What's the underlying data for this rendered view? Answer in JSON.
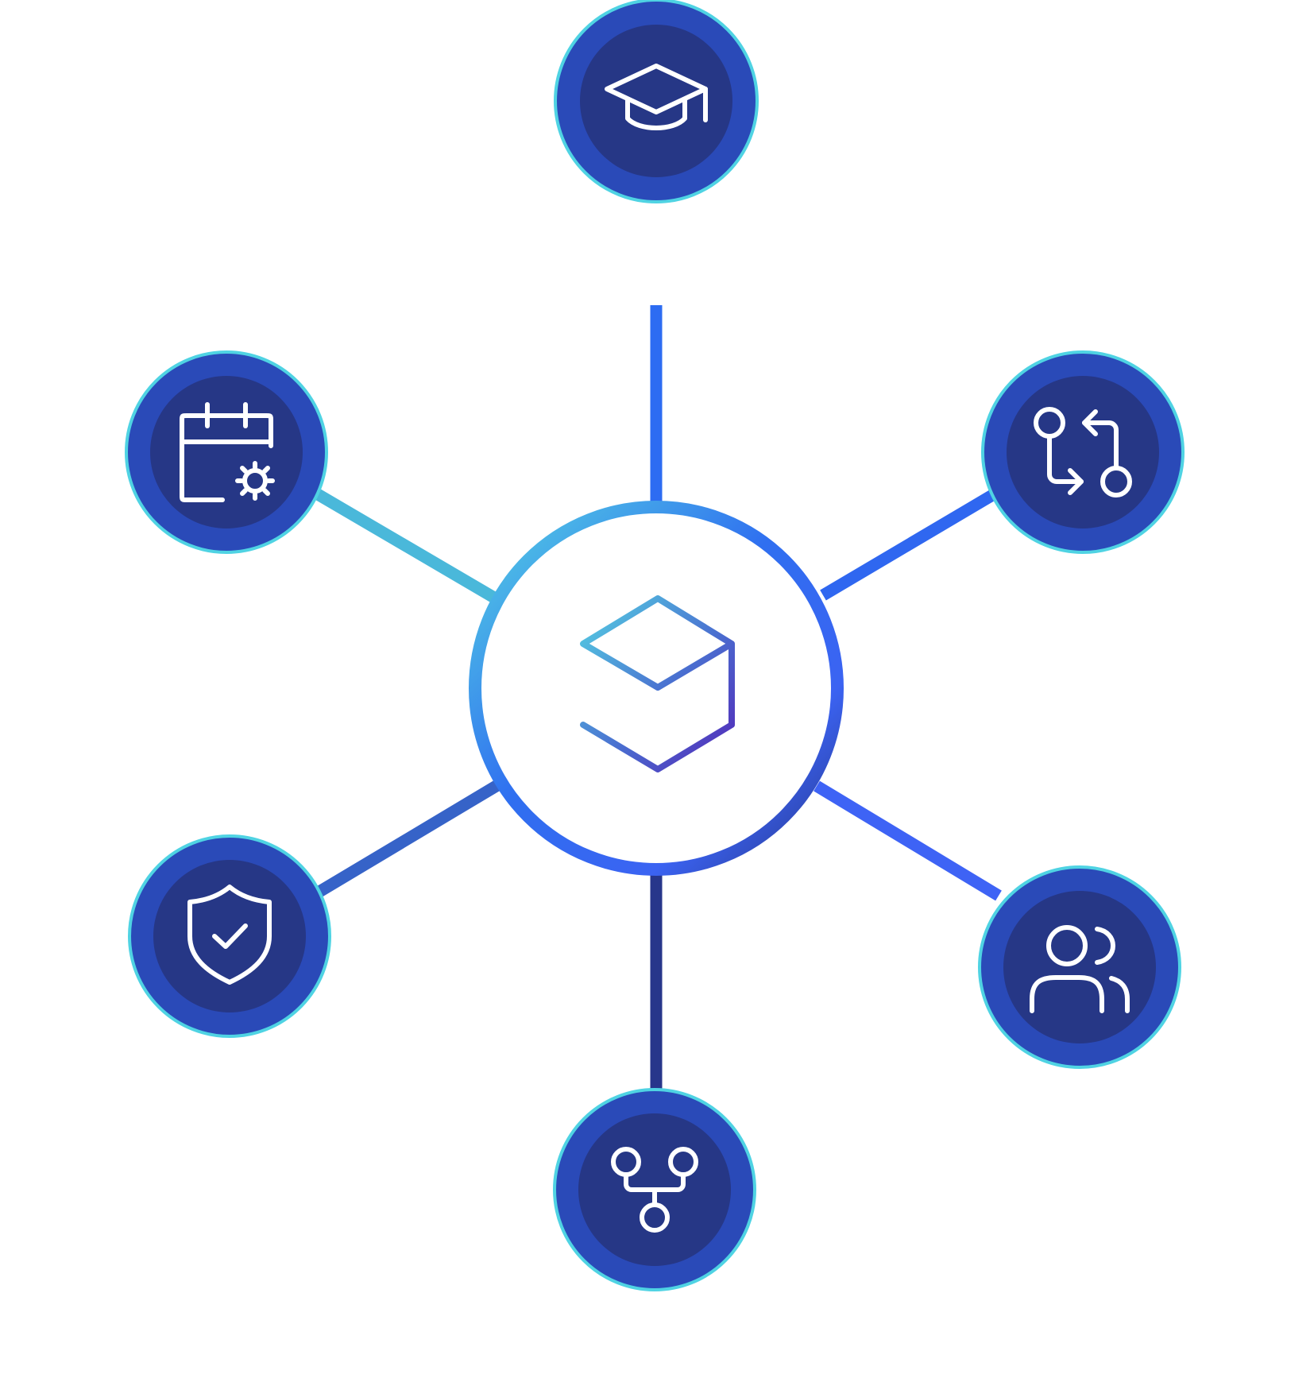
{
  "diagram": {
    "center": {
      "icon": "cube-icon"
    },
    "satellites": [
      {
        "key": "top",
        "icon": "graduation-cap-icon"
      },
      {
        "key": "upper-left",
        "icon": "calendar-settings-icon"
      },
      {
        "key": "upper-right",
        "icon": "git-compare-icon"
      },
      {
        "key": "lower-left",
        "icon": "shield-check-icon"
      },
      {
        "key": "lower-right",
        "icon": "users-icon"
      },
      {
        "key": "bottom",
        "icon": "git-fork-icon"
      }
    ]
  },
  "colors": {
    "node_outer": "#2a4ab8",
    "node_inner": "#263786",
    "node_ring": "#4fd3e3",
    "gradient_cyan": "#55d2e3",
    "gradient_blue": "#2f6ff0",
    "gradient_navy": "#27368b",
    "gradient_indigo": "#3f63f5",
    "cube_purple": "#5327b8"
  }
}
